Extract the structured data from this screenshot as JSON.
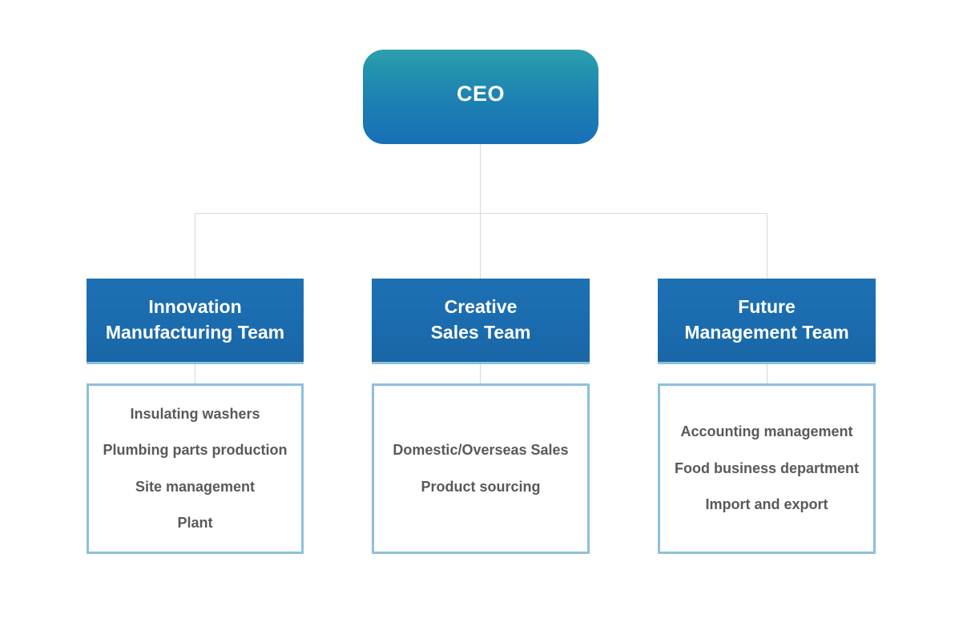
{
  "chart_data": {
    "type": "diagram",
    "diagram_type": "organizational-chart",
    "root": "CEO",
    "levels": 2,
    "branches": 3
  },
  "colors": {
    "ceo_gradient_top": "#2e9fb0",
    "ceo_gradient_bottom": "#1870b6",
    "team_box": "#1a6cae",
    "detail_border": "#8ec0dd",
    "connector_line": "#d8d8d8",
    "team_text": "#ffffff",
    "detail_text": "#595959",
    "background": "#ffffff"
  },
  "root": {
    "label": "CEO"
  },
  "columns": [
    {
      "id": "innovation",
      "title": "Innovation\nManufacturing Team",
      "details": [
        "Insulating washers",
        "Plumbing parts production",
        "Site management",
        "Plant"
      ]
    },
    {
      "id": "creative",
      "title": "Creative\nSales Team",
      "details": [
        "Domestic/Overseas Sales",
        "Product sourcing"
      ]
    },
    {
      "id": "future",
      "title": "Future\nManagement Team",
      "details": [
        "Accounting management",
        "Food business department",
        "Import and export"
      ]
    }
  ]
}
